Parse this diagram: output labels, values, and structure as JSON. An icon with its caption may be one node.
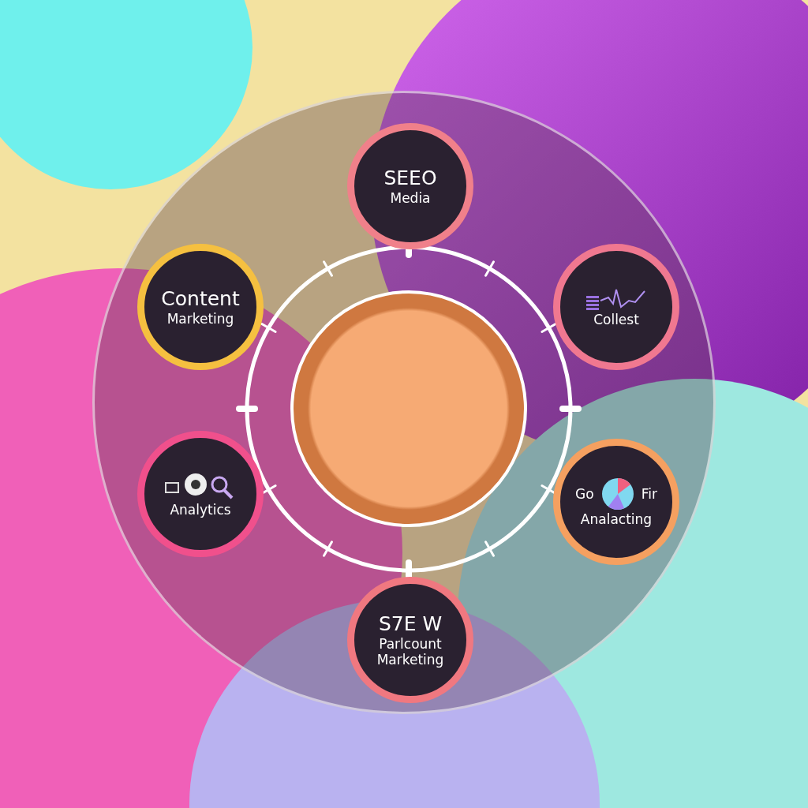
{
  "diagram": {
    "nodes": [
      {
        "text": [],
        "shape": "circle"
      },
      {
        "text": [
          "SEEO",
          "Media"
        ],
        "in": 0
      },
      {
        "text": [
          "Content",
          "Marketing"
        ],
        "in": 0
      },
      {
        "text": [
          "Collest"
        ],
        "in": 0
      },
      {
        "text": [],
        "shape": "circle",
        "in": 0
      },
      {
        "text": [
          "Analytics"
        ],
        "in": 0
      },
      {
        "text": [
          "Go",
          "Fir",
          "Analacting"
        ],
        "in": 0
      },
      {
        "text": [
          "S7E W",
          "Parlcount Marketing"
        ],
        "in": 0
      }
    ],
    "edges": []
  }
}
